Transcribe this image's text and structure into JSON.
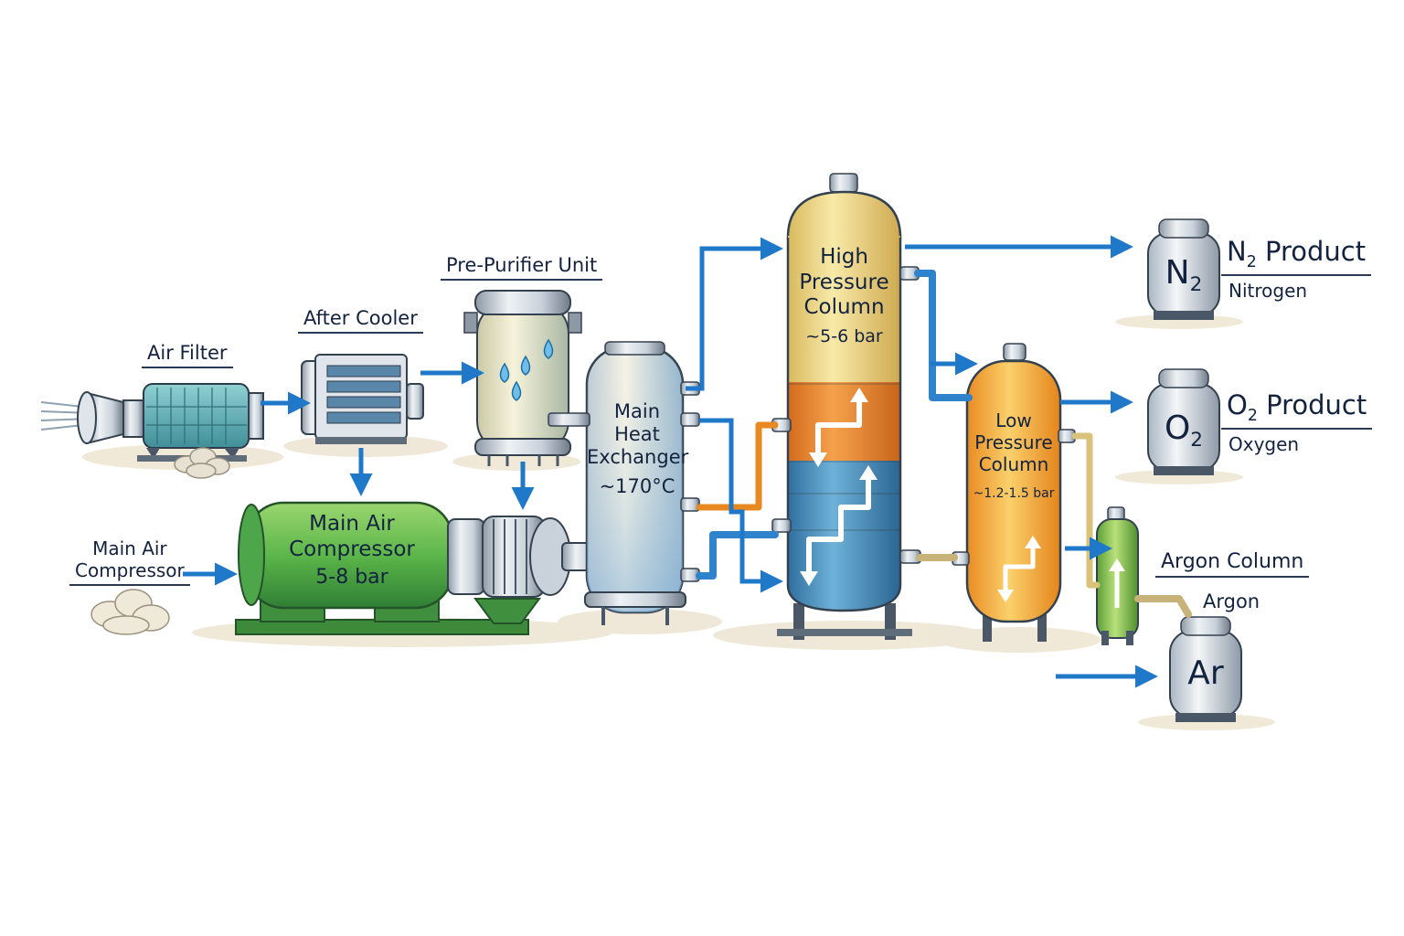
{
  "labels": {
    "air_filter": "Air Filter",
    "after_cooler": "After Cooler",
    "pre_purifier": "Pre-Purifier Unit",
    "main_air_compressor_line1": "Main Air",
    "main_air_compressor_line2": "Compressor"
  },
  "compressor": {
    "line1": "Main Air",
    "line2": "Compressor",
    "pressure": "5-8 bar"
  },
  "heat_exchanger": {
    "line1": "Main",
    "line2": "Heat",
    "line3": "Exchanger",
    "temperature": "~170°C"
  },
  "high_pressure_column": {
    "line1": "High",
    "line2": "Pressure",
    "line3": "Column",
    "pressure": "~5-6 bar"
  },
  "low_pressure_column": {
    "line1": "Low",
    "line2": "Pressure",
    "line3": "Column",
    "pressure": "~1.2-1.5 bar"
  },
  "products": {
    "n2": {
      "symbol": "N",
      "sub": "2",
      "title_prefix": "N",
      "title_sub": "2",
      "title_rest": " Product",
      "name": "Nitrogen"
    },
    "o2": {
      "symbol": "O",
      "sub": "2",
      "title_prefix": "O",
      "title_sub": "2",
      "title_rest": " Product",
      "name": "Oxygen"
    },
    "ar": {
      "symbol": "Ar",
      "column_label": "Argon Column",
      "name": "Argon"
    }
  },
  "colors": {
    "arrow_blue": "#1f78c8",
    "compressor_green": "#5cb64a",
    "hp_column_top": "#f3dc8c",
    "hp_column_mid": "#ec8a2c",
    "hp_column_bottom": "#3f8cc0",
    "lp_column": "#f4a93a",
    "argon_column": "#7cc24a",
    "ink": "#13233f"
  }
}
